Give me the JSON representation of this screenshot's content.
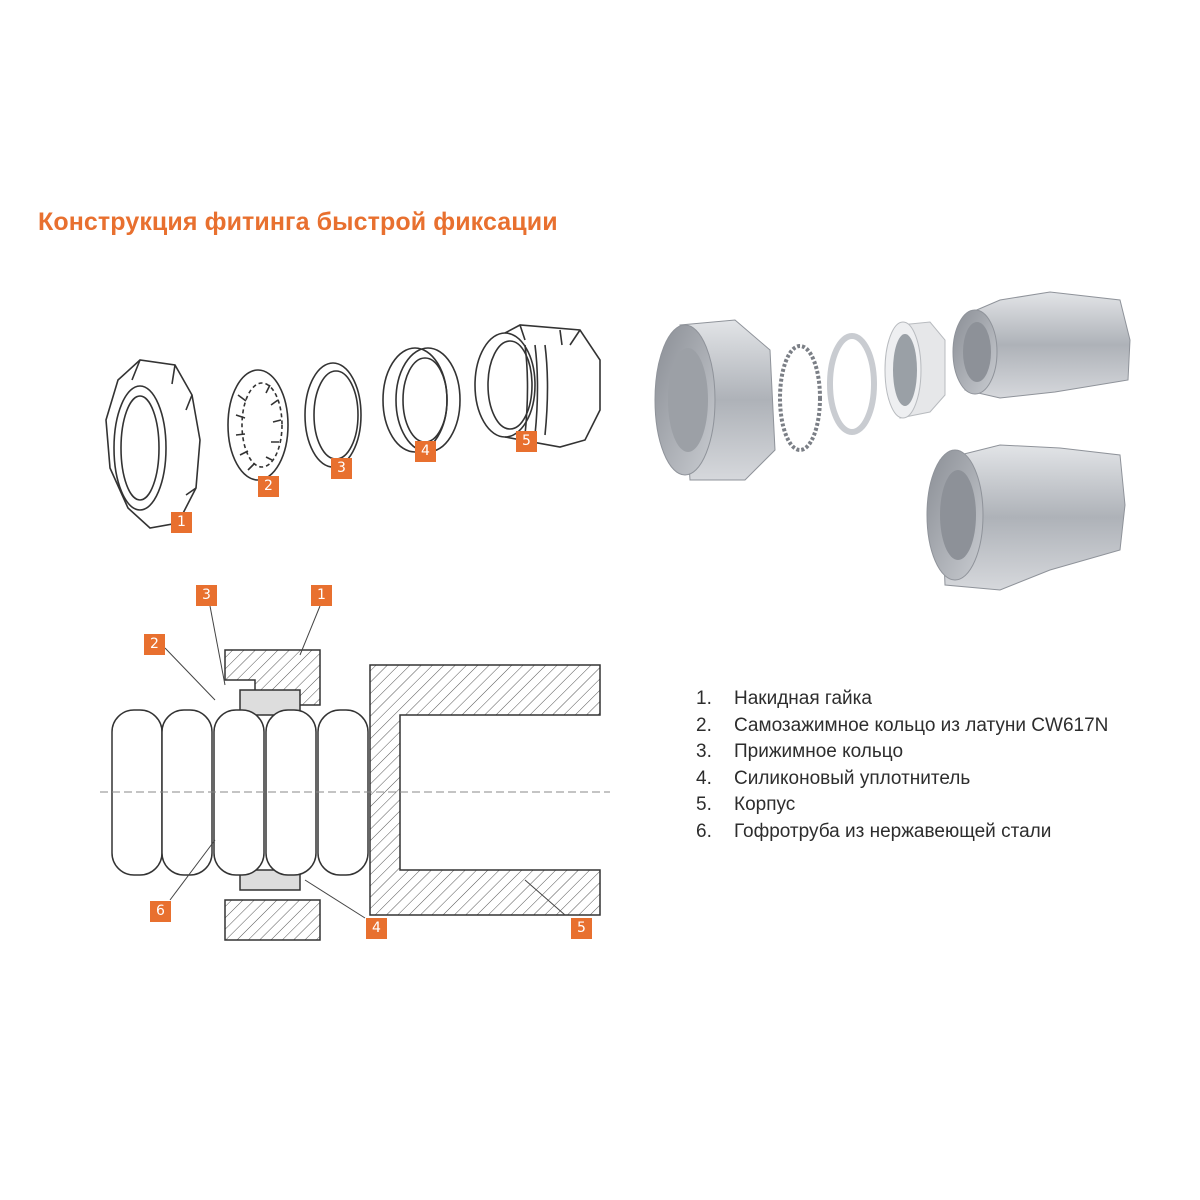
{
  "title": "Конструкция фитинга быстрой фиксации",
  "exploded_tags": [
    "1",
    "2",
    "3",
    "4",
    "5"
  ],
  "section_tags": [
    "3",
    "1",
    "2",
    "6",
    "4",
    "5"
  ],
  "legend": [
    {
      "num": "1.",
      "text": "Накидная гайка"
    },
    {
      "num": "2.",
      "text": "Самозажимное кольцо из латуни CW617N"
    },
    {
      "num": "3.",
      "text": "Прижимное кольцо"
    },
    {
      "num": "4.",
      "text": "Силиконовый уплотнитель"
    },
    {
      "num": "5.",
      "text": "Корпус"
    },
    {
      "num": "6.",
      "text": "Гофротруба из нержавеющей стали"
    }
  ],
  "colors": {
    "accent": "#e8702f",
    "line": "#333333",
    "metal": "#b9bcc1"
  }
}
